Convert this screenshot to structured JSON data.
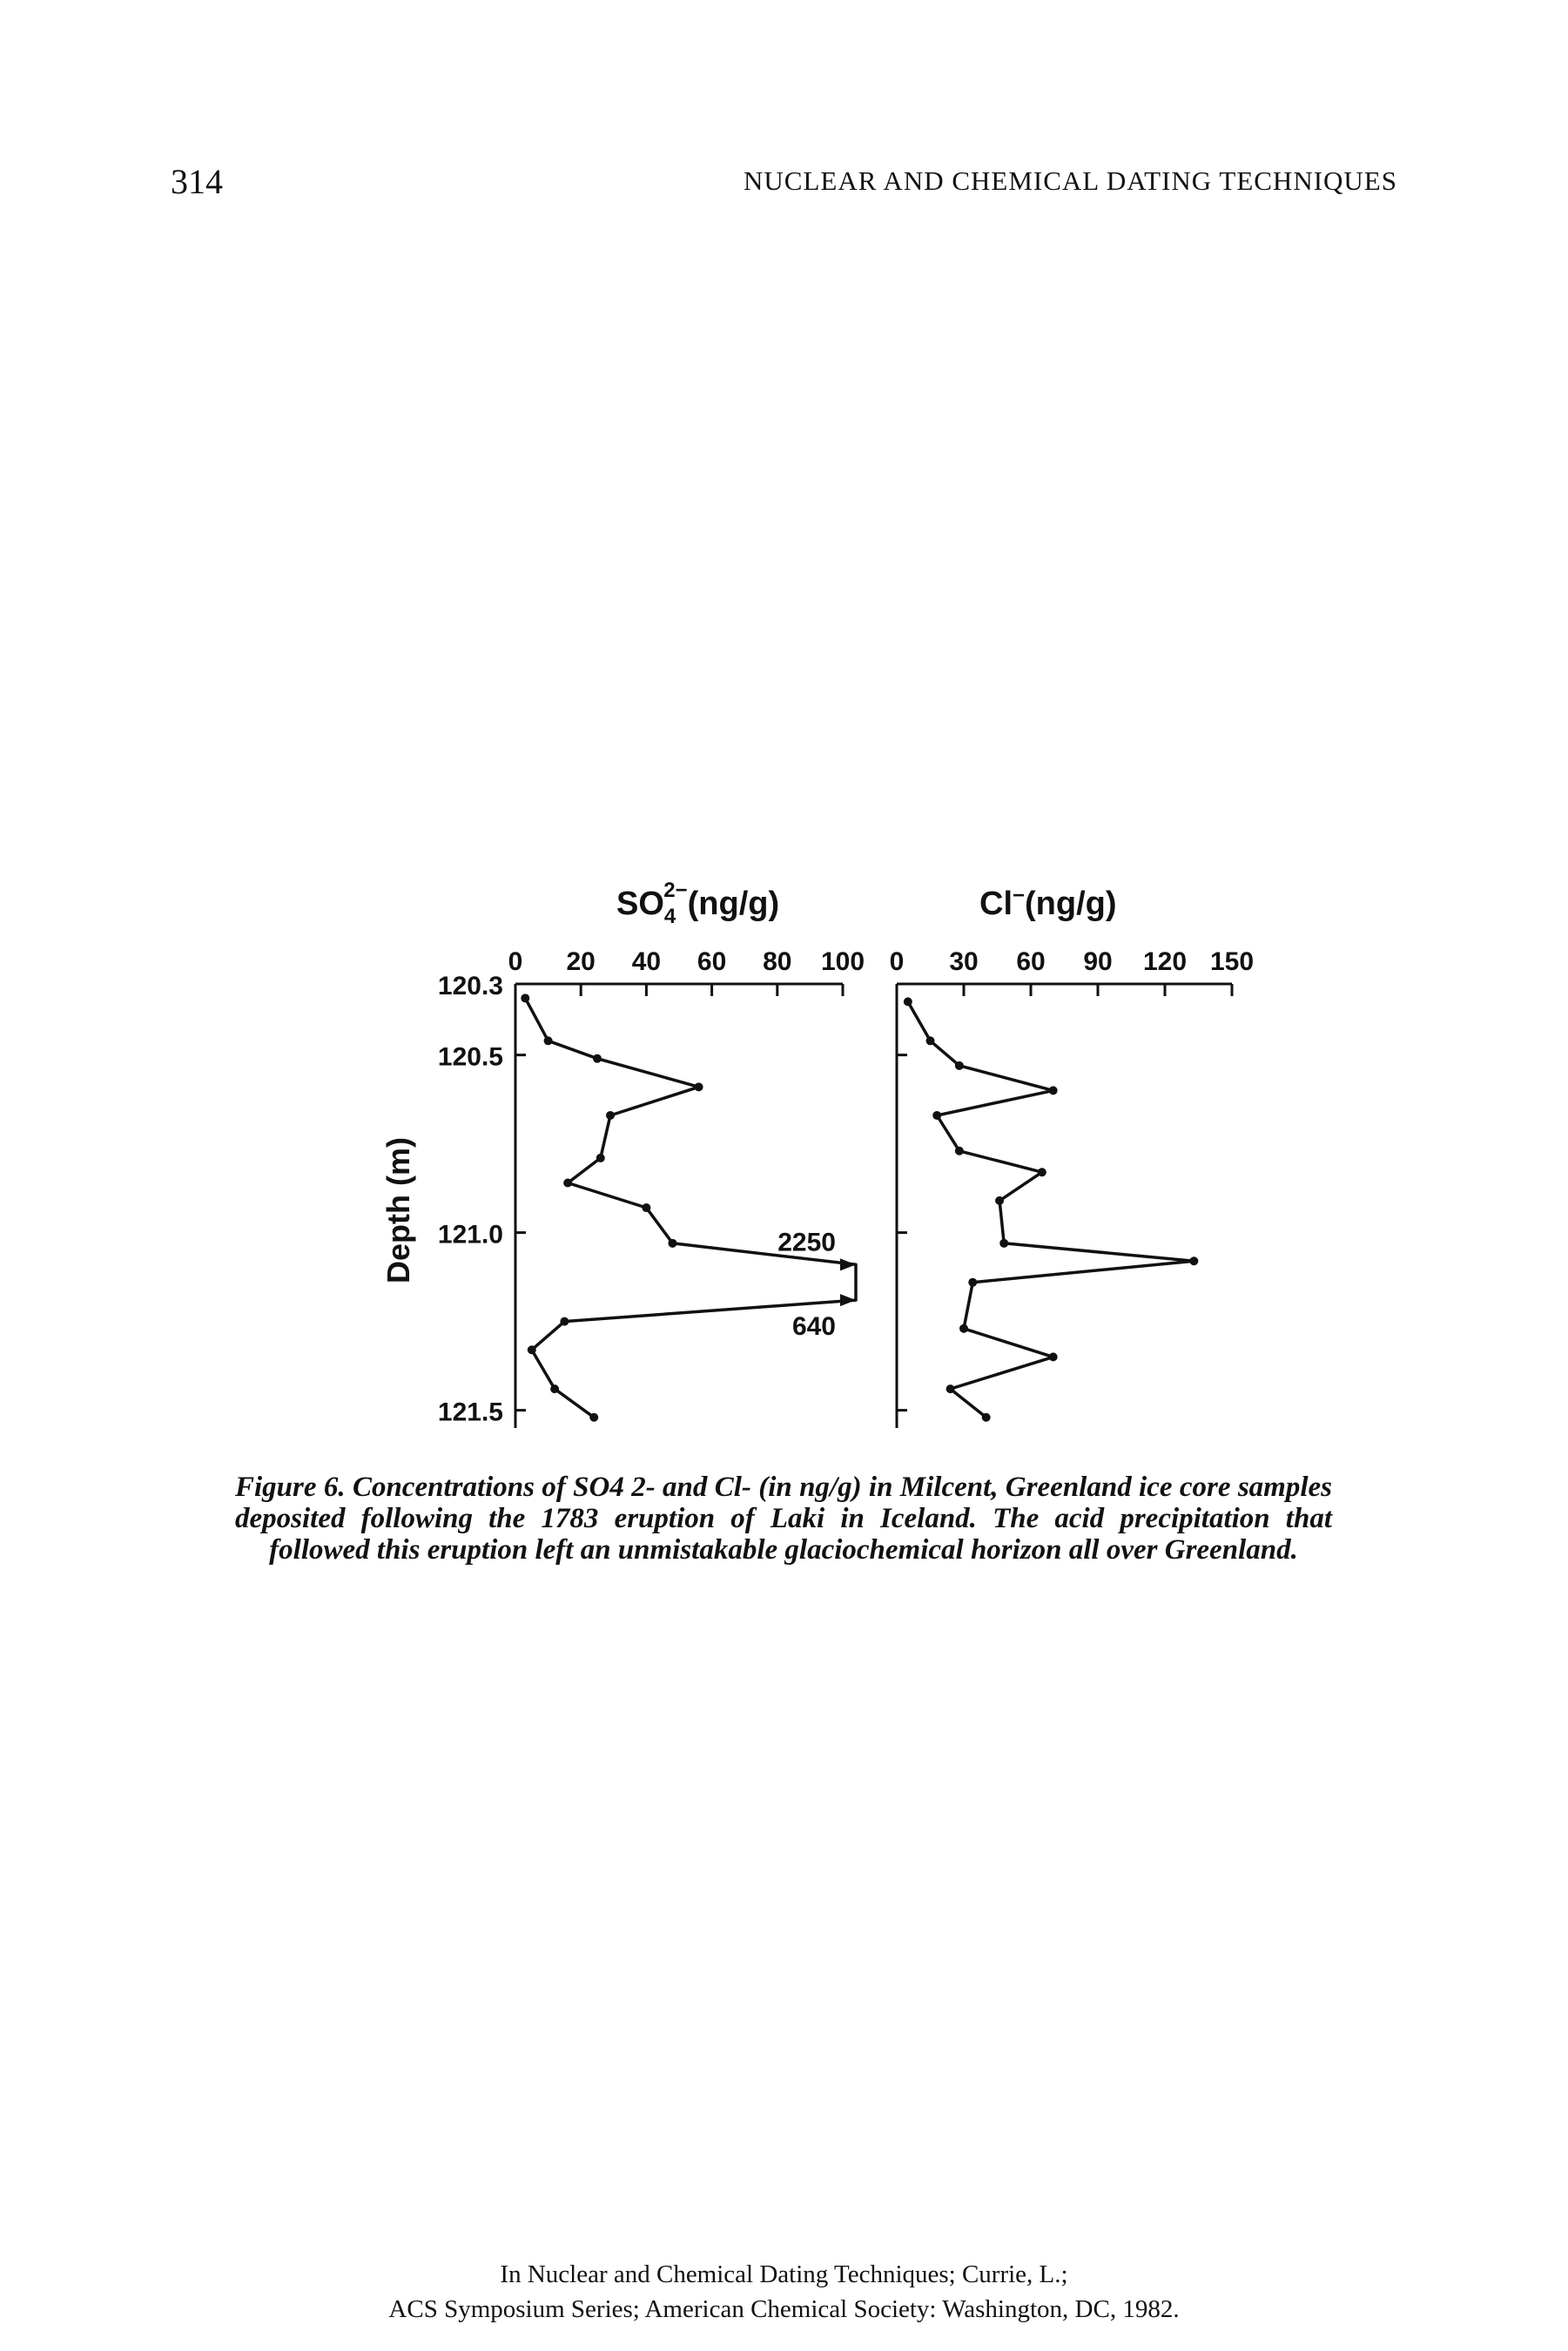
{
  "header": {
    "page_number": "314",
    "running_title": "NUCLEAR AND CHEMICAL DATING TECHNIQUES"
  },
  "figure": {
    "y_axis_label": "Depth (m)",
    "y_ticks": [
      "120.3",
      "120.5",
      "121.0",
      "121.5"
    ],
    "caption": "Figure 6. Concentrations of SO4 2- and Cl- (in ng/g) in Milcent, Greenland ice core samples deposited following the 1783 eruption of Laki in Iceland. The acid precipitation that followed this eruption left an unmistakable glaciochemical horizon all over Greenland."
  },
  "chart_data": [
    {
      "type": "line",
      "title": "SO4 2- (ng/g)",
      "xlabel": "SO4 2- (ng/g)",
      "ylabel": "Depth (m)",
      "x_ticks": [
        "0",
        "20",
        "40",
        "60",
        "80",
        "100"
      ],
      "xlim": [
        0,
        100
      ],
      "ylim": [
        120.3,
        121.55
      ],
      "y_inverted": true,
      "points": [
        {
          "x": 3,
          "y": 120.34
        },
        {
          "x": 10,
          "y": 120.46
        },
        {
          "x": 25,
          "y": 120.51
        },
        {
          "x": 56,
          "y": 120.59
        },
        {
          "x": 29,
          "y": 120.67
        },
        {
          "x": 26,
          "y": 120.79
        },
        {
          "x": 16,
          "y": 120.86
        },
        {
          "x": 40,
          "y": 120.93
        },
        {
          "x": 48,
          "y": 121.03
        },
        {
          "x": 2250,
          "y": 121.09,
          "offscale": true
        },
        {
          "x": 640,
          "y": 121.19,
          "offscale": true
        },
        {
          "x": 15,
          "y": 121.25
        },
        {
          "x": 5,
          "y": 121.33
        },
        {
          "x": 12,
          "y": 121.44
        },
        {
          "x": 24,
          "y": 121.52
        }
      ],
      "annotations": [
        "2250",
        "640"
      ]
    },
    {
      "type": "line",
      "title": "Cl- (ng/g)",
      "xlabel": "Cl- (ng/g)",
      "ylabel": "Depth (m)",
      "x_ticks": [
        "0",
        "30",
        "60",
        "90",
        "120",
        "150"
      ],
      "xlim": [
        0,
        150
      ],
      "ylim": [
        120.3,
        121.55
      ],
      "y_inverted": true,
      "points": [
        {
          "x": 5,
          "y": 120.35
        },
        {
          "x": 15,
          "y": 120.46
        },
        {
          "x": 28,
          "y": 120.53
        },
        {
          "x": 70,
          "y": 120.6
        },
        {
          "x": 18,
          "y": 120.67
        },
        {
          "x": 28,
          "y": 120.77
        },
        {
          "x": 65,
          "y": 120.83
        },
        {
          "x": 46,
          "y": 120.91
        },
        {
          "x": 48,
          "y": 121.03
        },
        {
          "x": 133,
          "y": 121.08
        },
        {
          "x": 34,
          "y": 121.14
        },
        {
          "x": 30,
          "y": 121.27
        },
        {
          "x": 70,
          "y": 121.35
        },
        {
          "x": 24,
          "y": 121.44
        },
        {
          "x": 40,
          "y": 121.52
        }
      ]
    }
  ],
  "footer": {
    "line1": "In Nuclear and Chemical Dating Techniques; Currie, L.;",
    "line2": "ACS Symposium Series; American Chemical Society: Washington, DC, 1982."
  }
}
